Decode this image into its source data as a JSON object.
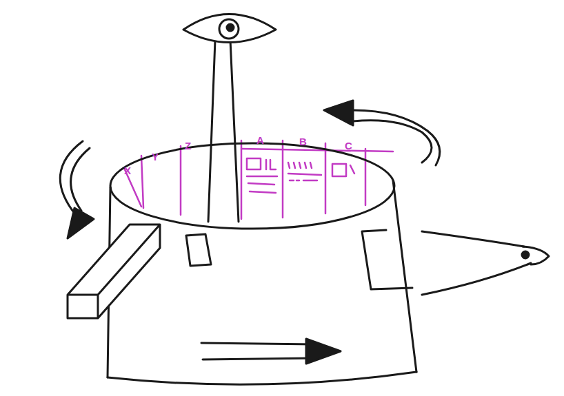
{
  "diagram": {
    "labels": [
      "X",
      "Y",
      "Z",
      "A",
      "B",
      "C"
    ]
  }
}
